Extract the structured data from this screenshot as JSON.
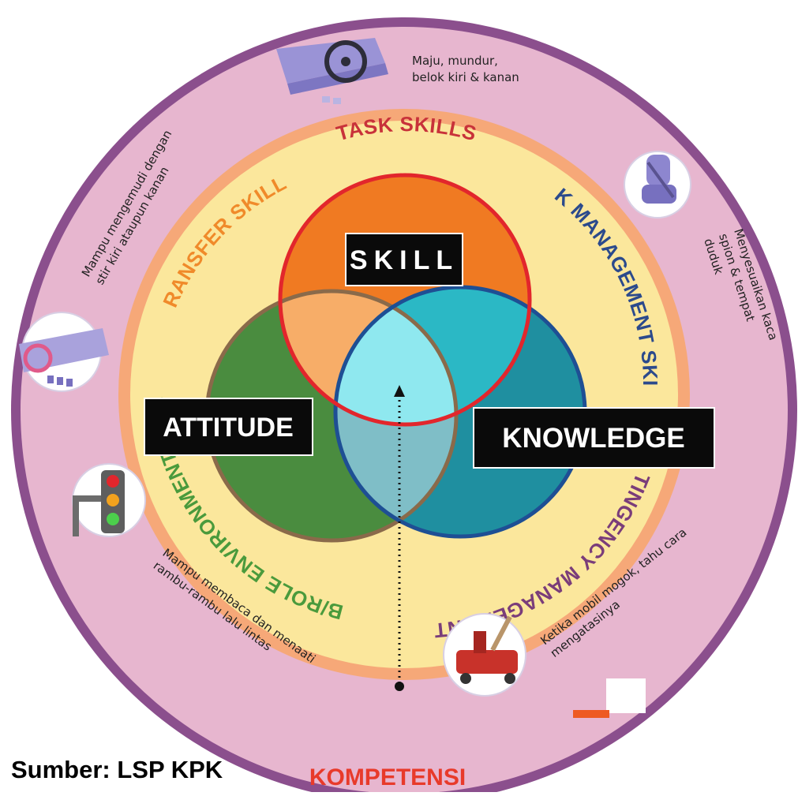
{
  "source_note": "Sumber: LSP KPK",
  "bottom_label": "KOMPETENSI",
  "core": {
    "skill": "SKILL",
    "attitude": "ATTITUDE",
    "knowledge": "KNOWLEDGE"
  },
  "ring_labels": {
    "task_skills": "TASK SKILLS",
    "task_management_skills": "TASK MANAGEMENT SKILLS",
    "contingency_management": "CONTINGENCY MANAGEMENT SK",
    "job_role_environment": "JOB/ROLE ENVIRONMENT SKILLS",
    "transfer_skills": "TRANSFER SKILLS"
  },
  "notes": {
    "maju": [
      "Maju, mundur,",
      "belok kiri & kanan"
    ],
    "menyesuaikan": [
      "Menyesuaikan kaca",
      "spion & tempat",
      "duduk"
    ],
    "ketika": [
      "Ketika mobil mogok, tahu cara",
      "mengatasinya"
    ],
    "mampu_membaca": [
      "Mampu membaca dan menaati",
      "rambu-rambu lalu lintas"
    ],
    "mampu_mengemudi": [
      "Mampu mengemudi dengan",
      "stir kiri ataupun kanan"
    ]
  },
  "icons": [
    "dashboard-icon",
    "car-seat-icon",
    "car-jack-icon",
    "traffic-light-icon",
    "steering-wheel-icon"
  ],
  "colors": {
    "outer_ring": "#8b4f8d",
    "outer_fill": "#e7b6cf",
    "orange_ring": "#f6a878",
    "yellow_fill": "#fbe79c",
    "skill": "#f07a22",
    "attitude": "#4a8c3f",
    "knowledge": "#1f8fa0",
    "center": "#8fe8ef",
    "label_red": "#c8323a",
    "label_blue": "#2b4a8c",
    "label_orange": "#f08a2a",
    "label_green": "#4a9a3c",
    "label_purple": "#7a3d7a"
  }
}
